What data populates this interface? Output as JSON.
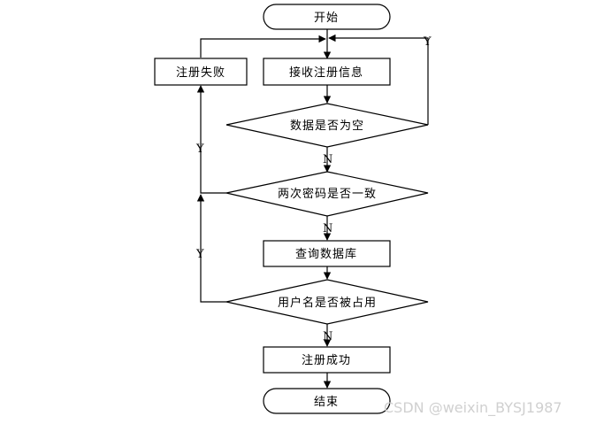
{
  "nodes": {
    "start": "开始",
    "receive": "接收注册信息",
    "fail": "注册失败",
    "empty_check": "数据是否为空",
    "pwd_check": "两次密码是否一致",
    "query_db": "查询数据库",
    "user_check": "用户名是否被占用",
    "success": "注册成功",
    "end": "结束"
  },
  "edge_labels": {
    "empty_yes": "Y",
    "empty_no": "N",
    "pwd_yes": "Y",
    "pwd_no": "N",
    "user_yes": "Y",
    "user_no": "N"
  },
  "watermark": "CSDN @weixin_BYSJ1987"
}
